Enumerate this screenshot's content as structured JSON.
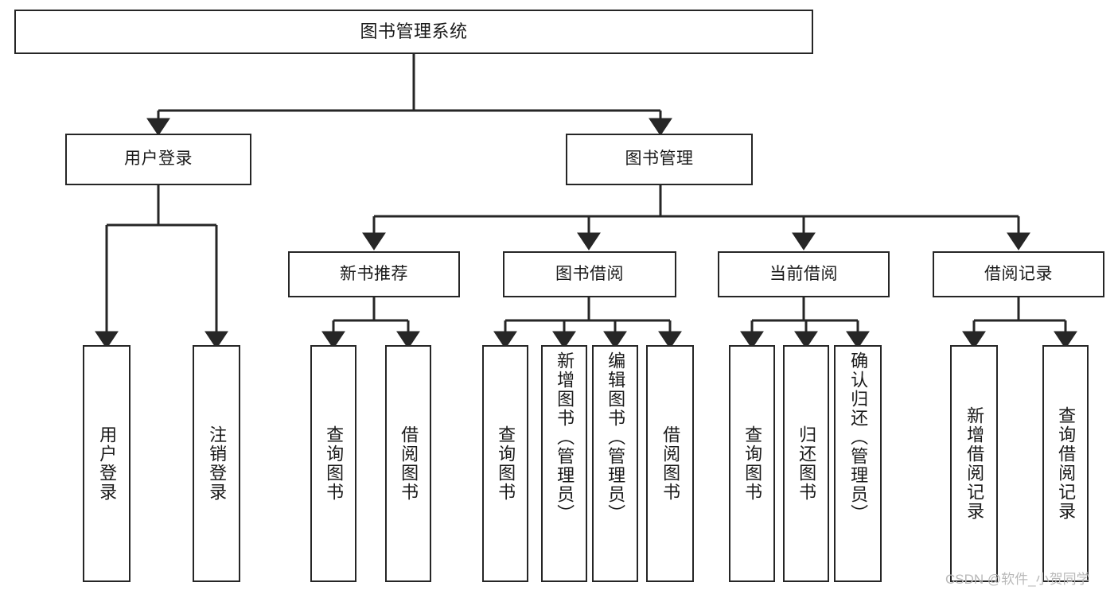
{
  "diagram": {
    "type": "tree",
    "title": "图书管理系统",
    "root": {
      "id": "root",
      "label": "图书管理系统"
    },
    "level2": [
      {
        "id": "user-login",
        "label": "用户登录"
      },
      {
        "id": "book-manage",
        "label": "图书管理"
      }
    ],
    "level3": [
      {
        "id": "new-book-recommend",
        "label": "新书推荐"
      },
      {
        "id": "book-borrow",
        "label": "图书借阅"
      },
      {
        "id": "current-borrow",
        "label": "当前借阅"
      },
      {
        "id": "borrow-record",
        "label": "借阅记录"
      }
    ],
    "leaves": [
      {
        "id": "leaf-user-login",
        "label": "用户登录",
        "parent": "user-login"
      },
      {
        "id": "leaf-user-logout",
        "label": "注销登录",
        "parent": "user-login"
      },
      {
        "id": "leaf-query-book-1",
        "label": "查询图书",
        "parent": "new-book-recommend"
      },
      {
        "id": "leaf-borrow-book-1",
        "label": "借阅图书",
        "parent": "new-book-recommend"
      },
      {
        "id": "leaf-query-book-2",
        "label": "查询图书",
        "parent": "book-borrow"
      },
      {
        "id": "leaf-add-book",
        "label": "新增图书（管理员）",
        "parent": "book-borrow"
      },
      {
        "id": "leaf-edit-book",
        "label": "编辑图书（管理员）",
        "parent": "book-borrow"
      },
      {
        "id": "leaf-borrow-book-2",
        "label": "借阅图书",
        "parent": "book-borrow"
      },
      {
        "id": "leaf-query-book-3",
        "label": "查询图书",
        "parent": "current-borrow"
      },
      {
        "id": "leaf-return-book",
        "label": "归还图书",
        "parent": "current-borrow"
      },
      {
        "id": "leaf-confirm-return",
        "label": "确认归还（管理员）",
        "parent": "current-borrow"
      },
      {
        "id": "leaf-add-record",
        "label": "新增借阅记录",
        "parent": "borrow-record"
      },
      {
        "id": "leaf-query-record",
        "label": "查询借阅记录",
        "parent": "borrow-record"
      }
    ]
  },
  "watermark": {
    "text": "CSDN @软件_小贺同学"
  },
  "colors": {
    "box_border": "#262626",
    "box_fill": "#ffffff",
    "connector": "#262626",
    "text": "#1a1a1a",
    "watermark": "#b9b9b9"
  }
}
